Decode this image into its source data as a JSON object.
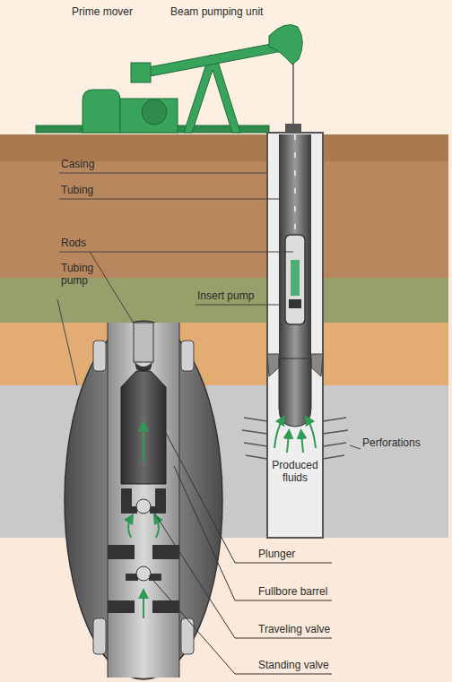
{
  "diagram": {
    "labels": [
      "Prime mover",
      "Beam pumping unit",
      "Casing",
      "Tubing",
      "Rods",
      "Tubing pump",
      "Insert pump",
      "Perforations",
      "Produced fluids",
      "Plunger",
      "Fullbore barrel",
      "Traveling valve",
      "Standing valve"
    ]
  }
}
